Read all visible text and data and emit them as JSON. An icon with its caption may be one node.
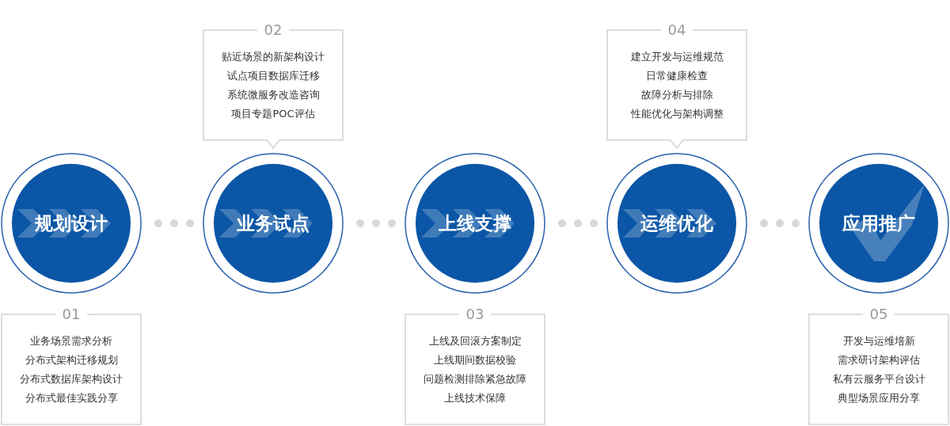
{
  "diagram": {
    "nodes": [
      {
        "text": [
          "规划设计"
        ]
      },
      {
        "text": [
          "01",
          "业务场景需求分析",
          "分布式架构迁移规划",
          "分布式数据库架构设计",
          "分布式最佳实践分享"
        ]
      },
      {
        "text": [
          "业务试点"
        ]
      },
      {
        "text": [
          "02",
          "贴近场景的新架构设计",
          "试点项目数据库迁移",
          "系统微服务改造咨询",
          "项目专题POC评估"
        ]
      },
      {
        "text": [
          "上线支撑"
        ]
      },
      {
        "text": [
          "03",
          "上线及回滚方案制定",
          "上线期间数据校验",
          "问题检测排除紧急故障",
          "上线技术保障"
        ]
      },
      {
        "text": [
          "运维优化"
        ]
      },
      {
        "text": [
          "04",
          "建立开发与运维规范",
          "日常健康检查",
          "故障分析与排除",
          "性能优化与架构调整"
        ]
      },
      {
        "text": [
          "应用推广"
        ]
      },
      {
        "text": [
          "05",
          "开发与运维培新",
          "需求研讨架构评估",
          "私有云服务平台设计",
          "典型场景应用分享"
        ]
      }
    ],
    "edges": [
      {
        "from": 0,
        "to": 2,
        "arrow": "none",
        "style": "dashed"
      },
      {
        "from": 2,
        "to": 4,
        "arrow": "none",
        "style": "dashed"
      },
      {
        "from": 4,
        "to": 6,
        "arrow": "none",
        "style": "dashed"
      },
      {
        "from": 6,
        "to": 8,
        "arrow": "none",
        "style": "dashed"
      }
    ]
  }
}
